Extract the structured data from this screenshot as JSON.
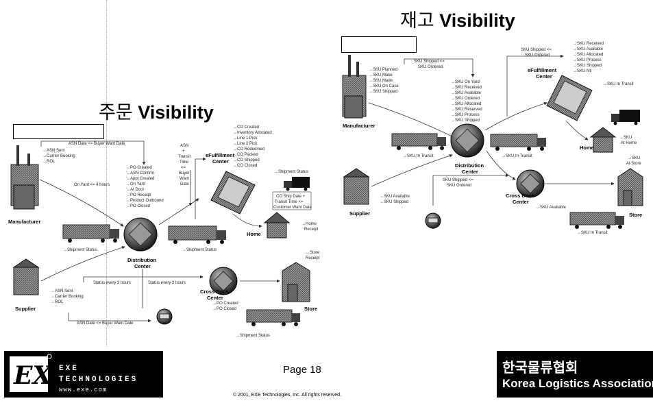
{
  "inventory_title": {
    "ko": "재고",
    "en": "Visibility"
  },
  "order_title": {
    "ko": "주문",
    "en": "Visibility"
  },
  "order_diagram": {
    "nodes": {
      "manufacturer": "Manufacturer",
      "supplier": "Supplier",
      "distribution_center": [
        "Distribution",
        "Center"
      ],
      "efulfillment_center": [
        "eFulfillment",
        "Center"
      ],
      "home": "Home",
      "cross_dock_center": [
        "Cross Dock",
        "Center"
      ],
      "store": "Store"
    },
    "manufacturer_items": [
      "→ASN Sent",
      "→Carrier Booking",
      "→ROL"
    ],
    "asn_top": "ASN Date <= Buyer Want Date",
    "on_yard": "On Yard <= 4 hours",
    "dc_items": [
      "→PO Created",
      "→ASN Confirm",
      "→Appt Created",
      "→On Yard",
      "→At Door",
      "→PO Receipt",
      "→Product Outbound",
      "→PO Closed"
    ],
    "shipment_status_left": "→Shipment Status",
    "shipment_status_mid": "→Shipment Status",
    "asn_transit": [
      "ASN",
      "+",
      "Transit",
      "Time",
      "<=",
      "Buyer",
      "Want",
      "Date"
    ],
    "efc_items": [
      "→CO Created",
      "→Inventory Allocated",
      "→Line 1 Pick",
      "→Line 2 Pick",
      "→CO Redeemed",
      "→CO Packed",
      "→CO Shipped",
      "→CO Closed"
    ],
    "shipment_status_right": "→Shipment Status",
    "co_ship": [
      "CO Ship Date +",
      "Transit Time <=",
      "Customer Want Date"
    ],
    "home_receipt": [
      "→Home",
      "Receipt"
    ],
    "status_every_left": "Status every 2 hours",
    "status_every_right": "Status every 2 hours",
    "supplier_items": [
      "→ASN Sent",
      "→Carrier Booking",
      "→ROL"
    ],
    "asn_bottom": "ASN Date <= Buyer Want Date",
    "crossdock_items": [
      "→PO Created",
      "→PO Closed"
    ],
    "store_receipt": [
      "→Store",
      "Receipt"
    ],
    "shipment_status_bottom": "→Shipment Status"
  },
  "inventory_diagram": {
    "nodes": {
      "manufacturer": "Manufacturer",
      "supplier": "Supplier",
      "distribution_center": [
        "Distribution",
        "Center"
      ],
      "efulfillment_center": [
        "eFulfillment",
        "Center"
      ],
      "home": "Home",
      "cross_dock_center": [
        "Cross Dock",
        "Center"
      ],
      "store": "Store"
    },
    "sku_shipped_top": [
      "SKU Shipped <=",
      "SKU Ordered"
    ],
    "manufacturer_items": [
      "→SKU Planned",
      "→SKU Make",
      "→SKU Made",
      "→SKU On Case",
      "→SKU Shipped"
    ],
    "dc_items": [
      "→SKU On Yard",
      "→SKU Received",
      "→SKU Available",
      "→SKU Ordered",
      "→SKU Allocated",
      "→SKU Reserved",
      "→SKU Process",
      "→SKU Shipped"
    ],
    "sku_shipped_efc": [
      "SKU Shipped <=",
      "SKU Ordered"
    ],
    "efc_items": [
      "→SKU Received",
      "→SKU Available",
      "→SKU Allocated",
      "→SKU Process",
      "→SKU Shipped",
      "→SKU Ntl"
    ],
    "sku_in_transit_right": "→SKU In Transit",
    "sku_in_transit_left": "→SKU In Transit",
    "sku_in_transit_mid": "→SKU In Transit",
    "sku_at_home": [
      "→SKU",
      "At Home"
    ],
    "sku_at_store": [
      "→SKU",
      "At Store"
    ],
    "supplier_items": [
      "→SKU Available",
      "→SKU Shipped"
    ],
    "sku_shipped_bottom": [
      "SKU Shipped <=",
      "SKU Ordered"
    ],
    "crossdock_items": [
      "→SKU Available"
    ],
    "sku_in_transit_bottom": "→SKU In Transit"
  },
  "footer": {
    "exe_line1": "EXE",
    "exe_line2": "TECHNOLOGIES",
    "exe_url": "www.exe.com",
    "page": "Page 18",
    "copyright": "© 2001, EXE Technologies, Inc. All rights reserved.",
    "kla_ko": "한국물류협회",
    "kla_en": "Korea Logistics Association"
  }
}
